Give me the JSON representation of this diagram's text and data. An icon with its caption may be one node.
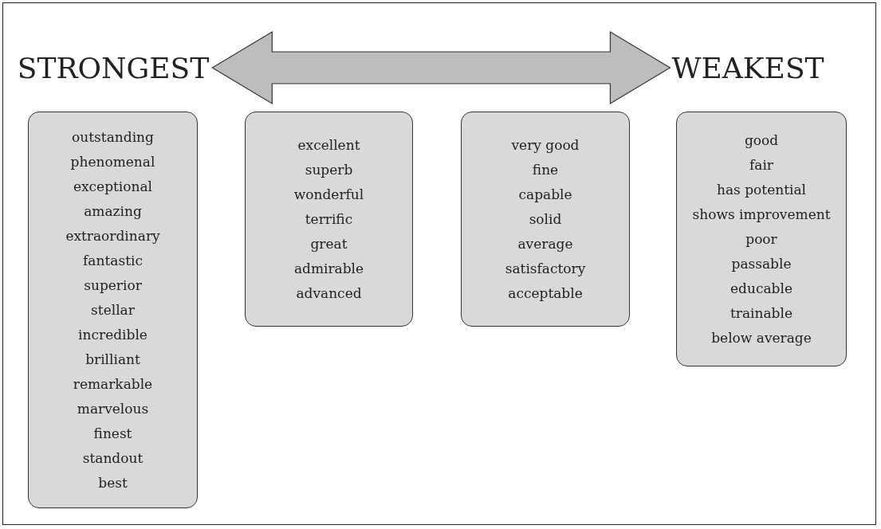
{
  "diagram": {
    "nodes": [
      {
        "text": [
          "STRONGEST"
        ]
      },
      {
        "text": [
          "WEAKEST"
        ]
      },
      {
        "text": [
          "outstanding",
          "phenomenal",
          "exceptional",
          "amazing",
          "extraordinary",
          "fantastic",
          "superior",
          "stellar",
          "incredible",
          "brilliant",
          "remarkable",
          "marvelous",
          "finest",
          "standout",
          "best"
        ]
      },
      {
        "text": [
          "excellent",
          "superb",
          "wonderful",
          "terrific",
          "great",
          "admirable",
          "advanced"
        ]
      },
      {
        "text": [
          "very good",
          "fine",
          "capable",
          "solid",
          "average",
          "satisfactory",
          "acceptable"
        ]
      },
      {
        "text": [
          "good",
          "fair",
          "has potential",
          "shows improvement",
          "poor",
          "passable",
          "educable",
          "trainable",
          "below average"
        ]
      }
    ],
    "edges": [
      {
        "from": 0,
        "to": 1,
        "arrow": "both"
      }
    ]
  }
}
